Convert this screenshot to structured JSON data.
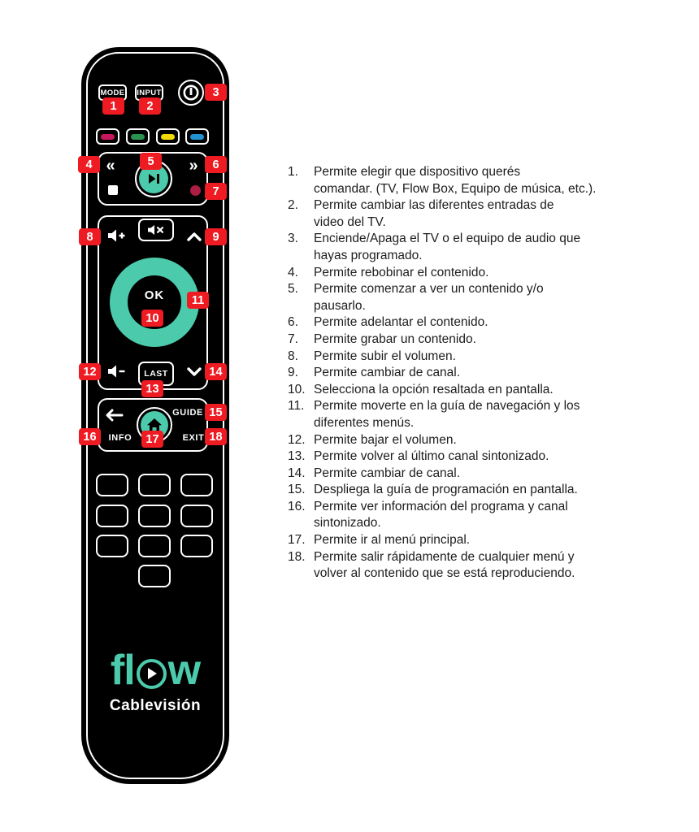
{
  "remote": {
    "buttons": {
      "mode": "MODE",
      "input": "INPUT",
      "rewind": "«",
      "forward": "»",
      "ok": "OK",
      "last": "LAST",
      "guide": "GUIDE",
      "info": "INFO",
      "exit": "EXIT"
    },
    "badges": [
      "1",
      "2",
      "3",
      "4",
      "5",
      "6",
      "7",
      "8",
      "9",
      "10",
      "11",
      "12",
      "13",
      "14",
      "15",
      "16",
      "17",
      "18"
    ],
    "color_buttons": [
      "#C9175E",
      "#2B9150",
      "#F2DA0A",
      "#2191D0"
    ]
  },
  "logo": {
    "brand_start": "fl",
    "brand_end": "w",
    "subtitle": "Cablevisión"
  },
  "colors": {
    "teal_accent": "#4CCBAC",
    "badge_red": "#EE1B23",
    "record_red": "#AD1C42",
    "remote_body": "#000000",
    "legend_text": "#1D1D1F"
  },
  "legend": {
    "items": [
      {
        "num": "1.",
        "lines": [
          "Permite elegir que dispositivo querés",
          "comandar. (TV, Flow Box, Equipo de música, etc.)."
        ]
      },
      {
        "num": "2.",
        "lines": [
          "Permite cambiar las diferentes entradas de",
          "video del TV."
        ]
      },
      {
        "num": "3.",
        "lines": [
          "Enciende/Apaga el TV o el equipo de audio que",
          "hayas programado."
        ]
      },
      {
        "num": "4.",
        "lines": [
          "Permite rebobinar el contenido."
        ]
      },
      {
        "num": "5.",
        "lines": [
          "Permite comenzar a ver un contenido y/o",
          "pausarlo."
        ]
      },
      {
        "num": "6.",
        "lines": [
          "Permite adelantar el contenido."
        ]
      },
      {
        "num": "7.",
        "lines": [
          "Permite grabar un contenido."
        ]
      },
      {
        "num": "8.",
        "lines": [
          "Permite subir el volumen."
        ]
      },
      {
        "num": "9.",
        "lines": [
          "Permite cambiar de canal."
        ]
      },
      {
        "num": "10.",
        "lines": [
          "Selecciona la opción resaltada en pantalla."
        ]
      },
      {
        "num": "11.",
        "lines": [
          "Permite moverte en la guía de navegación y los",
          "diferentes menús."
        ]
      },
      {
        "num": "12.",
        "lines": [
          "Permite bajar el volumen."
        ]
      },
      {
        "num": "13.",
        "lines": [
          "Permite volver al último canal sintonizado."
        ]
      },
      {
        "num": "14.",
        "lines": [
          "Permite cambiar de canal."
        ]
      },
      {
        "num": "15.",
        "lines": [
          "Despliega la guía de programación en pantalla."
        ]
      },
      {
        "num": "16.",
        "lines": [
          "Permite ver información del programa y canal",
          "sintonizado."
        ]
      },
      {
        "num": "17.",
        "lines": [
          "Permite ir al menú principal."
        ]
      },
      {
        "num": "18.",
        "lines": [
          "Permite salir rápidamente de cualquier menú y",
          "volver al contenido que se está reproduciendo."
        ]
      }
    ]
  }
}
